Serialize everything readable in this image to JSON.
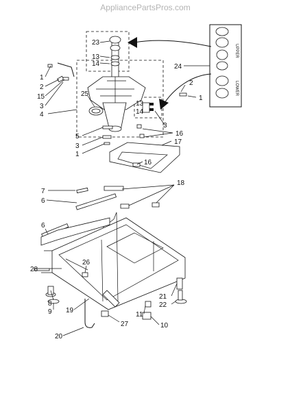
{
  "watermark": "AppliancePartsPros.com",
  "side_labels": {
    "upper": "UPPER",
    "lower": "LOWER"
  },
  "callouts": {
    "c23": "23",
    "c13a": "13",
    "c14a": "14",
    "c1a": "1",
    "c2a": "2",
    "c15": "15",
    "c3a": "3",
    "c4": "4",
    "c25": "25",
    "c24": "24",
    "c2b": "2",
    "c1b": "1",
    "c13b": "13",
    "c14b": "14",
    "c3b": "3",
    "c16a": "16",
    "c17": "17",
    "c16b": "16",
    "c5": "5",
    "c3c": "3",
    "c1c": "1",
    "c7": "7",
    "c18": "18",
    "c6a": "6",
    "c6b": "6",
    "c26": "26",
    "c28": "28",
    "c8": "8",
    "c9": "9",
    "c19": "19",
    "c21": "21",
    "c22": "22",
    "c11": "11",
    "c27": "27",
    "c10": "10",
    "c20": "20"
  }
}
